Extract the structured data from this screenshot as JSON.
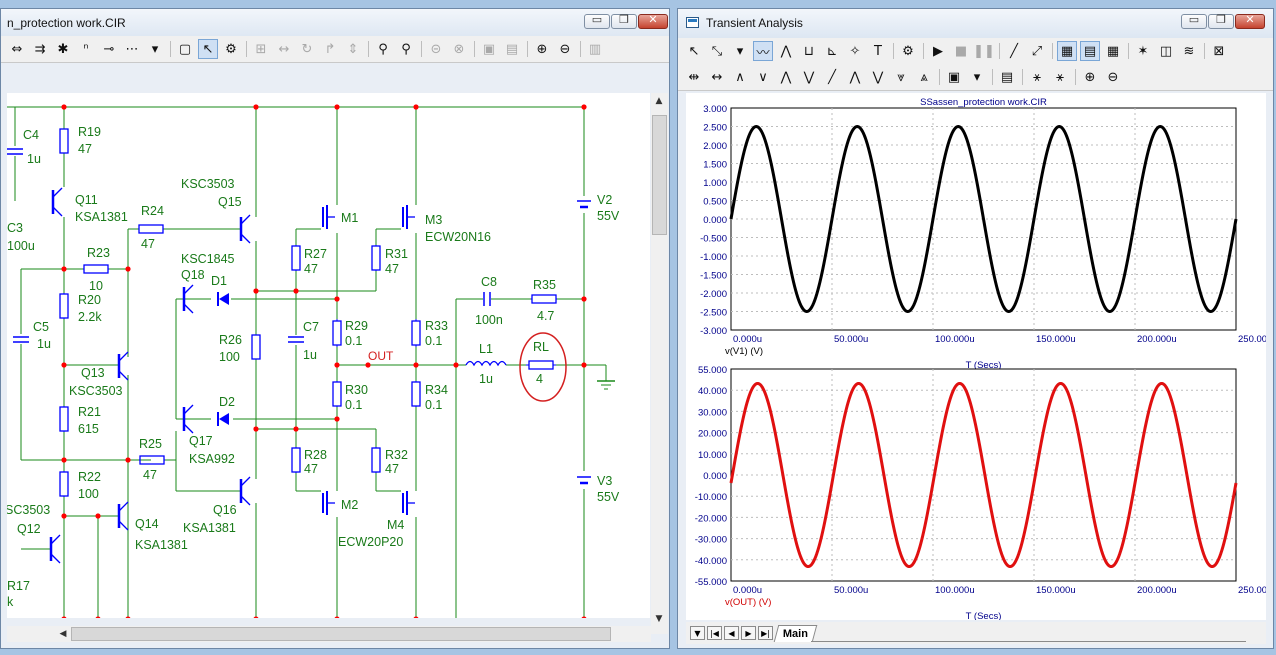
{
  "schematic": {
    "title": "n_protection work.CIR",
    "window_buttons": {
      "minimize": "▭",
      "restore": "❐",
      "close": "✕"
    },
    "labels": [
      {
        "id": "C4",
        "name": "C4",
        "value": "1u"
      },
      {
        "id": "R19",
        "name": "R19",
        "value": "47"
      },
      {
        "id": "Q11",
        "name": "Q11",
        "value": "KSA1381"
      },
      {
        "id": "C3",
        "name": "C3",
        "value": "100u"
      },
      {
        "id": "R24",
        "name": "R24",
        "value": "47"
      },
      {
        "id": "R23",
        "name": "R23",
        "value": "10"
      },
      {
        "id": "R20",
        "name": "R20",
        "value": "2.2k"
      },
      {
        "id": "C5",
        "name": "C5",
        "value": "1u"
      },
      {
        "id": "Q13",
        "name": "Q13",
        "value": "KSC3503"
      },
      {
        "id": "R21",
        "name": "R21",
        "value": "615"
      },
      {
        "id": "R25",
        "name": "R25",
        "value": "47"
      },
      {
        "id": "R22",
        "name": "R22",
        "value": "100"
      },
      {
        "id": "Q14",
        "name": "Q14",
        "value": "KSA1381"
      },
      {
        "id": "Q12",
        "name": "Q12",
        "value": "SC3503"
      },
      {
        "id": "R17",
        "name": "R17",
        "value": "k"
      },
      {
        "id": "Q15",
        "name": "Q15",
        "value": "KSC3503"
      },
      {
        "id": "Q18",
        "name": "Q18",
        "value": "KSC1845"
      },
      {
        "id": "D1",
        "name": "D1",
        "value": ""
      },
      {
        "id": "R26",
        "name": "R26",
        "value": "100"
      },
      {
        "id": "D2",
        "name": "D2",
        "value": ""
      },
      {
        "id": "Q17",
        "name": "Q17",
        "value": "KSA992"
      },
      {
        "id": "Q16",
        "name": "Q16",
        "value": "KSA1381"
      },
      {
        "id": "M1",
        "name": "M1",
        "value": ""
      },
      {
        "id": "R27",
        "name": "R27",
        "value": "47"
      },
      {
        "id": "C7",
        "name": "C7",
        "value": "1u"
      },
      {
        "id": "R29",
        "name": "R29",
        "value": "0.1"
      },
      {
        "id": "R30",
        "name": "R30",
        "value": "0.1"
      },
      {
        "id": "R28",
        "name": "R28",
        "value": "47"
      },
      {
        "id": "M2",
        "name": "M2",
        "value": "ECW20P20"
      },
      {
        "id": "M3",
        "name": "M3",
        "value": "ECW20N16"
      },
      {
        "id": "R31",
        "name": "R31",
        "value": "47"
      },
      {
        "id": "R33",
        "name": "R33",
        "value": "0.1"
      },
      {
        "id": "R34",
        "name": "R34",
        "value": "0.1"
      },
      {
        "id": "R32",
        "name": "R32",
        "value": "47"
      },
      {
        "id": "M4",
        "name": "M4",
        "value": ""
      },
      {
        "id": "C8",
        "name": "C8",
        "value": "100n"
      },
      {
        "id": "R35",
        "name": "R35",
        "value": "4.7"
      },
      {
        "id": "L1",
        "name": "L1",
        "value": "1u"
      },
      {
        "id": "RL",
        "name": "RL",
        "value": "4"
      },
      {
        "id": "V2",
        "name": "V2",
        "value": "55V"
      },
      {
        "id": "V3",
        "name": "V3",
        "value": "55V"
      }
    ],
    "node_label": "OUT",
    "colors": {
      "wire": "#1a8a1a",
      "component": "#0000ff",
      "text": "#1a7a1a",
      "node": "#ff0000",
      "highlight": "#d42020"
    }
  },
  "analysis": {
    "title": "Transient Analysis",
    "window_buttons": {
      "minimize": "▭",
      "restore": "❐",
      "close": "✕"
    },
    "tab_label": "Main",
    "colors": {
      "plot1": "#000000",
      "plot2": "#e01010",
      "axis_text": "#00008b",
      "caption_x": "#00008b",
      "caption2": "#d00000"
    }
  },
  "chart_data": [
    {
      "type": "line",
      "title": "SSassen_protection work.CIR",
      "xlabel": "T (Secs)",
      "ylabel": "v(V1) (V)",
      "xlim": [
        0,
        250
      ],
      "ylim": [
        -3.0,
        3.0
      ],
      "x_tick_labels": [
        "0.000u",
        "50.000u",
        "100.000u",
        "150.000u",
        "200.000u",
        "250.000u"
      ],
      "y_tick_labels": [
        "3.000",
        "2.500",
        "2.000",
        "1.500",
        "1.000",
        "0.500",
        "0.000",
        "-0.500",
        "-1.000",
        "-1.500",
        "-2.000",
        "-2.500",
        "-3.000"
      ],
      "series": [
        {
          "name": "v(V1) (V)",
          "amplitude": 2.5,
          "frequency_khz": 20,
          "phase_deg": 0,
          "color": "#000000"
        }
      ]
    },
    {
      "type": "line",
      "title": "",
      "xlabel": "T (Secs)",
      "ylabel": "v(OUT) (V)",
      "xlim": [
        0,
        250
      ],
      "ylim": [
        -55.0,
        55.0
      ],
      "x_tick_labels": [
        "0.000u",
        "50.000u",
        "100.000u",
        "150.000u",
        "200.000u",
        "250.000u"
      ],
      "y_tick_labels": [
        "55.000",
        "40.000",
        "30.000",
        "20.000",
        "10.000",
        "0.000",
        "-10.000",
        "-20.000",
        "-30.000",
        "-40.000",
        "-55.000"
      ],
      "series": [
        {
          "name": "v(OUT) (V)",
          "amplitude": 47.5,
          "frequency_khz": 20,
          "phase_deg": -5,
          "color": "#e01010"
        }
      ]
    }
  ]
}
